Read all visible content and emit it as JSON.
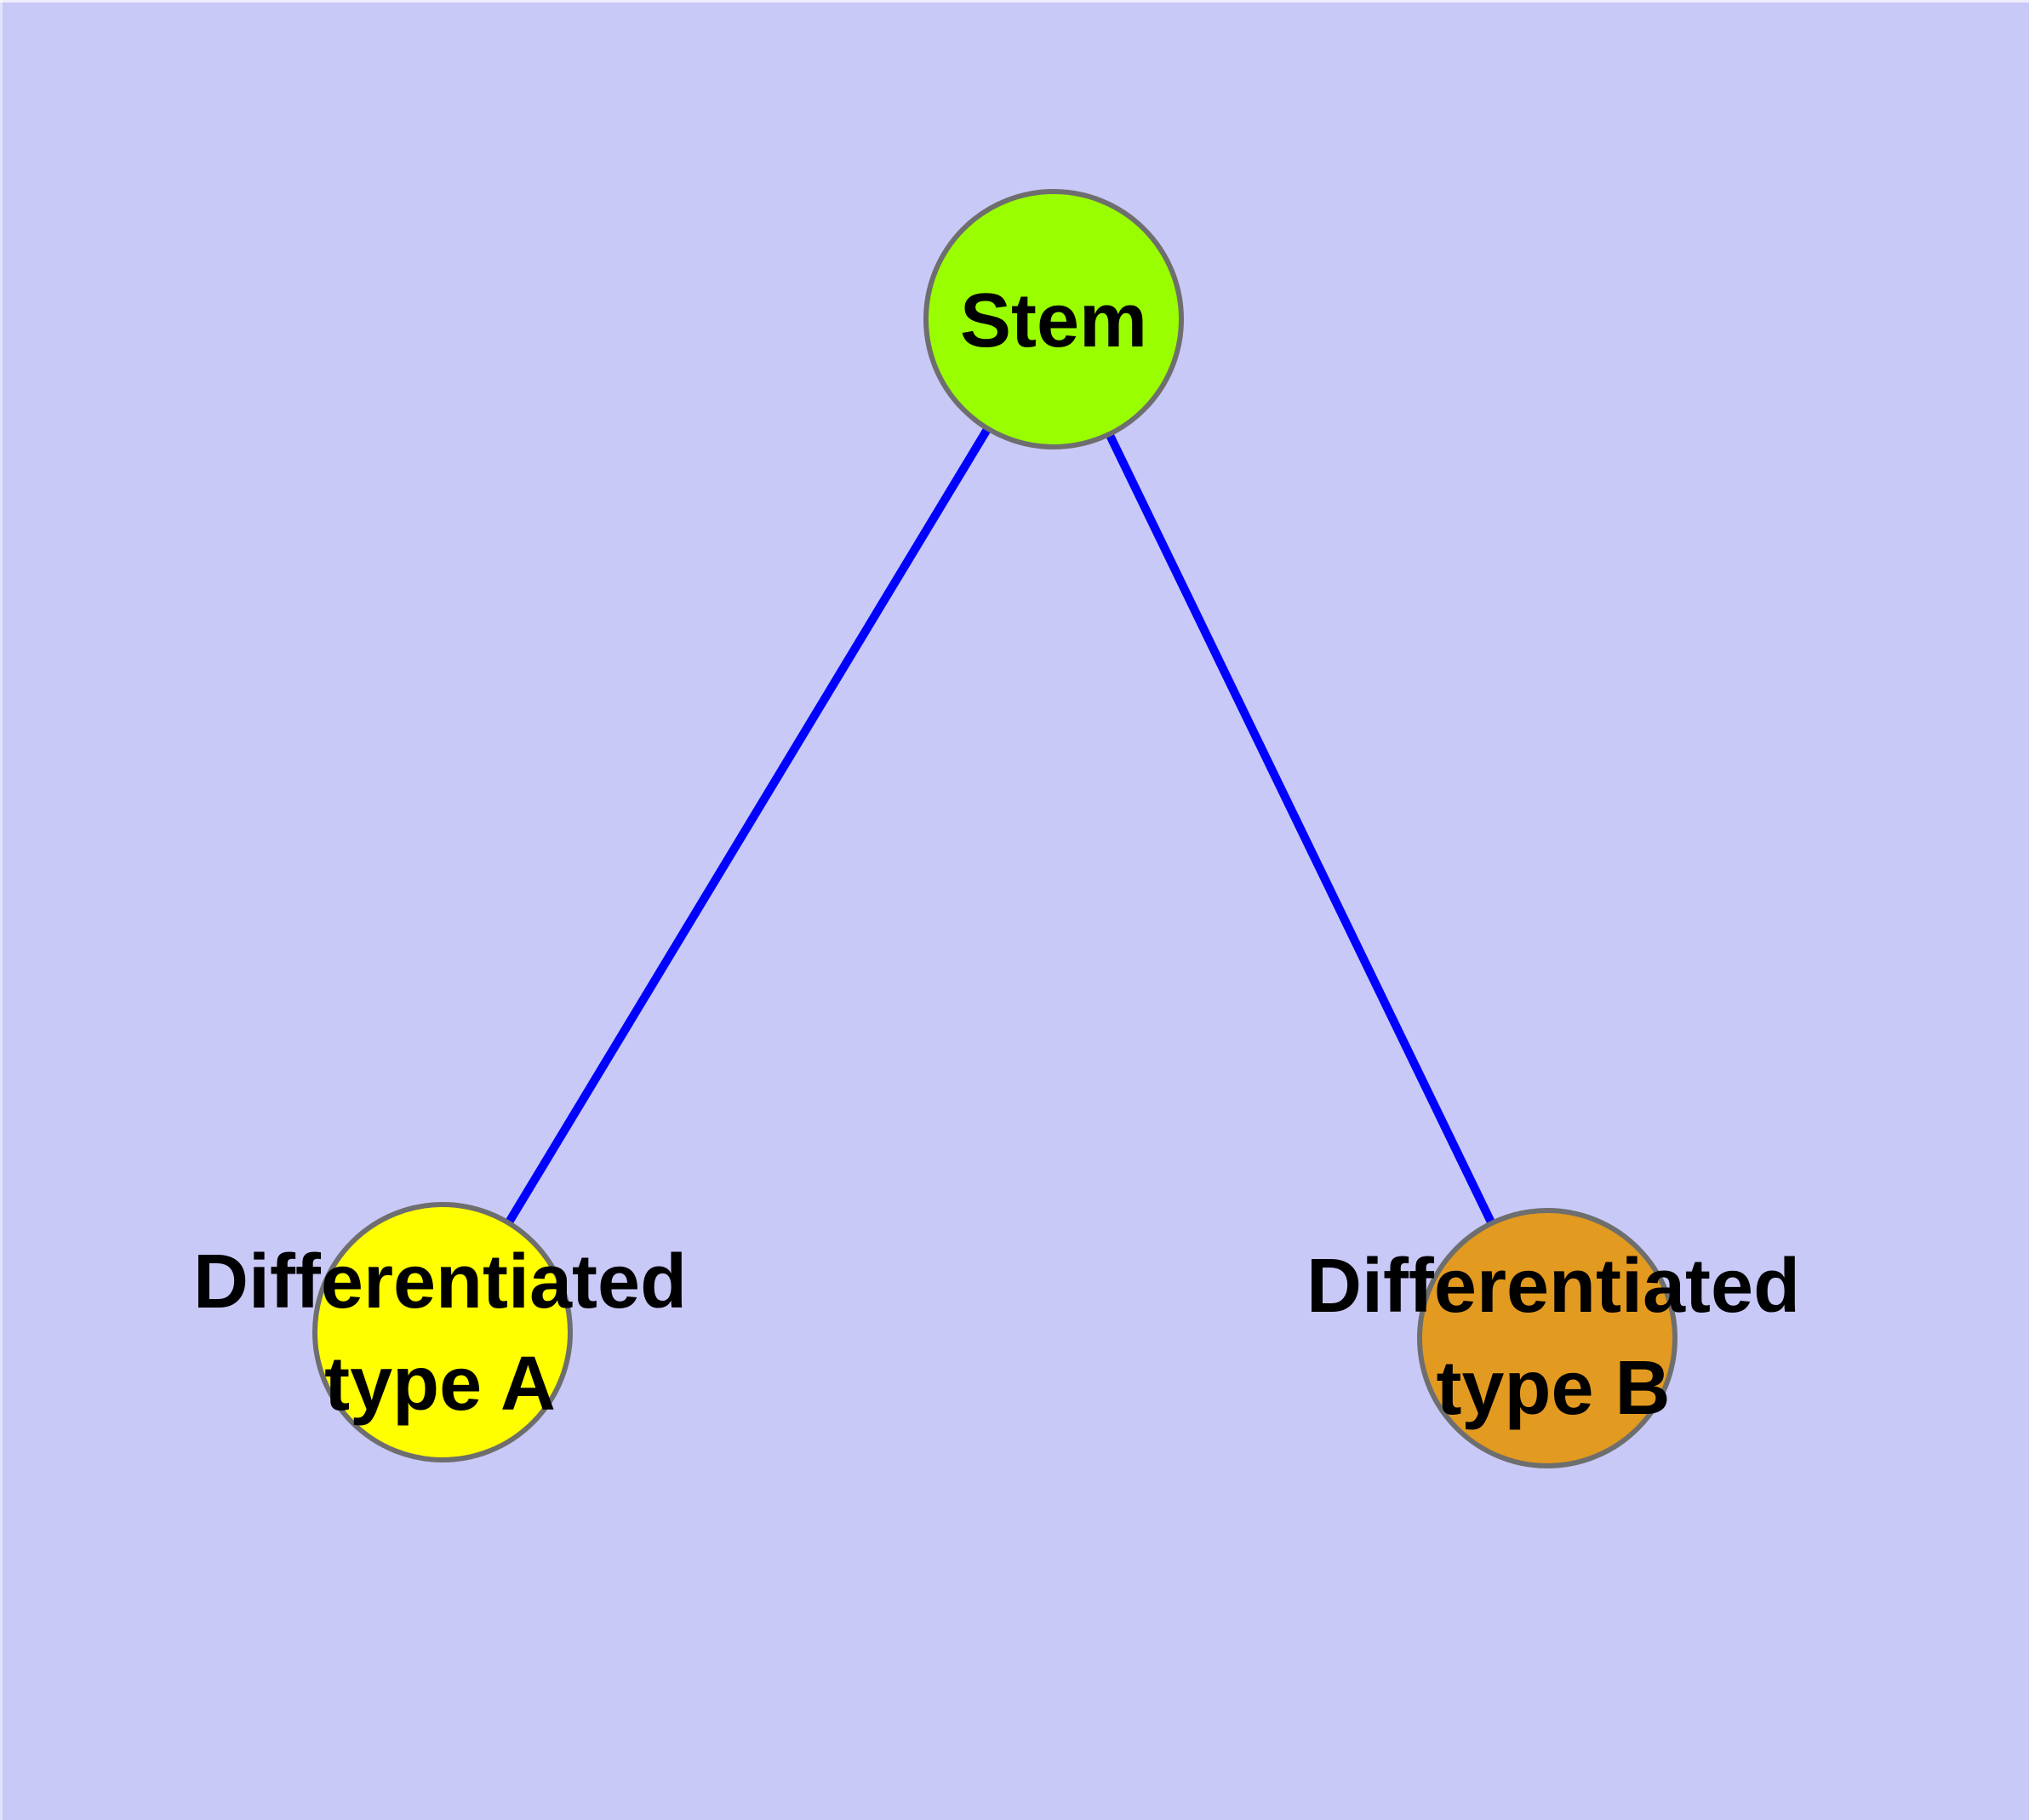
{
  "diagram": {
    "type": "graph",
    "background_color": "#C9C9F7",
    "edge_color": "#0000FF",
    "node_border_color": "#6E6E6E",
    "label_color": "#000000",
    "nodes": [
      {
        "id": "stem",
        "label": "Stem",
        "color": "#99FF00",
        "shape": "circle"
      },
      {
        "id": "type-a",
        "label": "Differentiated\ntype A",
        "color": "#FFFF00",
        "shape": "circle"
      },
      {
        "id": "type-b",
        "label": "Differentiated\ntype B",
        "color": "#E39A20",
        "shape": "circle"
      }
    ],
    "edges": [
      {
        "from": "stem",
        "to": "type-a"
      },
      {
        "from": "stem",
        "to": "type-b"
      }
    ]
  }
}
